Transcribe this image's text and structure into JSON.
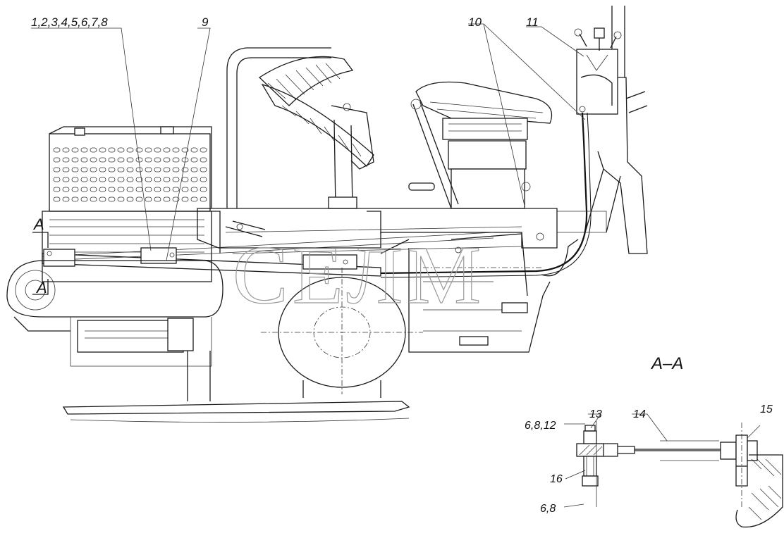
{
  "callouts": {
    "c1": "1,2,3,4,5,6,7,8",
    "c9": "9",
    "c10": "10",
    "c11": "11",
    "c13": "13",
    "c14": "14",
    "c15": "15",
    "c6812": "6,8,12",
    "c16": "16",
    "c68": "6,8"
  },
  "section": {
    "title": "A–A",
    "mark_upper": "A",
    "mark_lower": "A"
  },
  "watermark": "СЕЛМ"
}
